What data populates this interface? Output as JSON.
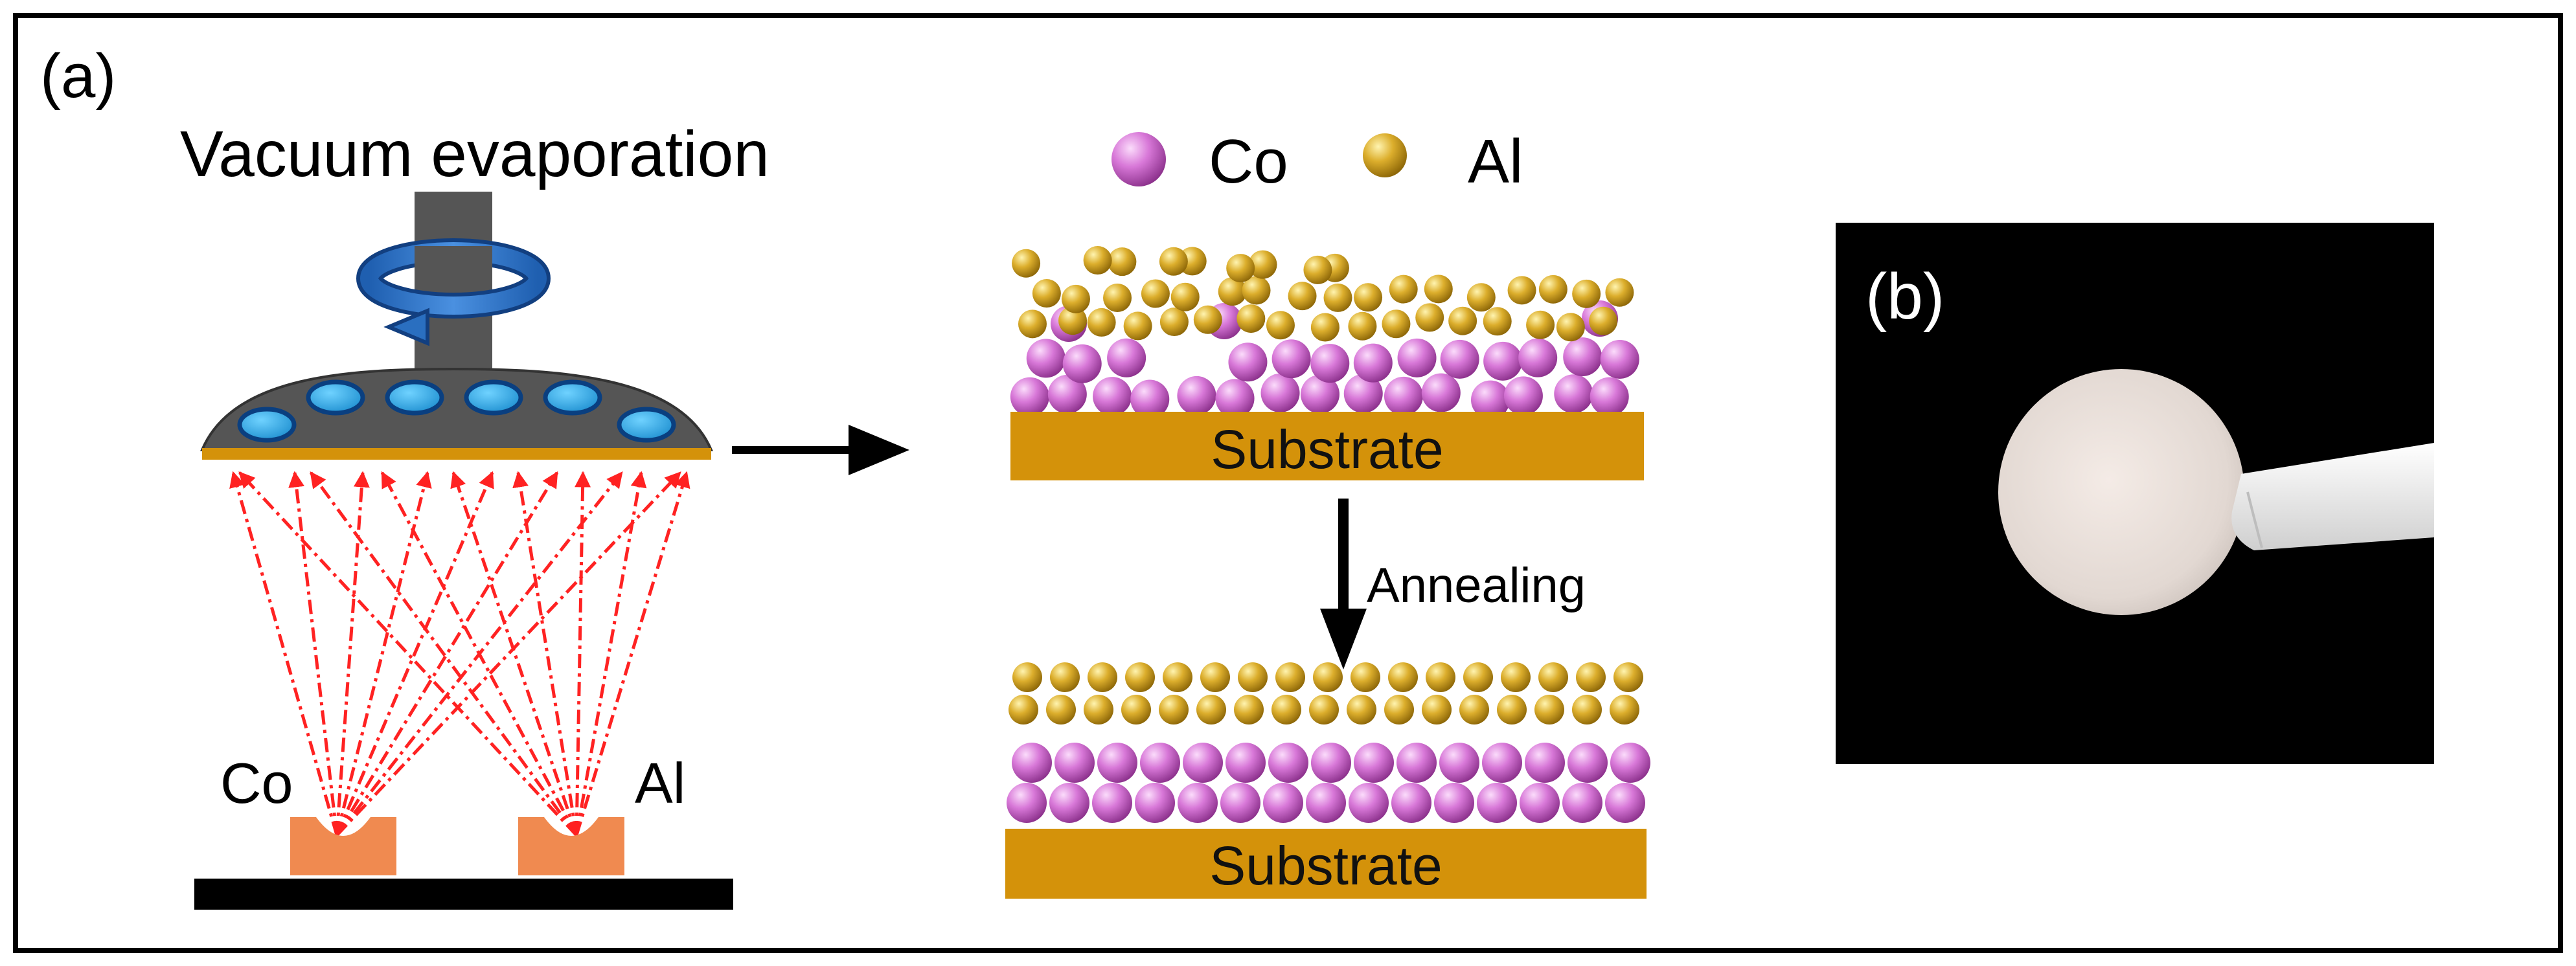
{
  "panel_a": {
    "label": "(a)",
    "title": "Vacuum evaporation",
    "source_left_label": "Co",
    "source_right_label": "Al",
    "legend": [
      {
        "label": "Co",
        "color": "#cc66cc"
      },
      {
        "label": "Al",
        "color": "#d4a420"
      }
    ],
    "substrate_top_label": "Substrate",
    "substrate_bottom_label": "Substrate",
    "process_label": "Annealing"
  },
  "panel_b": {
    "label": "(b)"
  },
  "colors": {
    "frame": "#000000",
    "co_atom": "#cc66cc",
    "al_atom": "#d4a420",
    "substrate": "#d4920a",
    "holder": "#555555",
    "wafer": "#29a8e8",
    "rotation_arrow": "#2a6fc0",
    "vapor_arrow": "#ff2222",
    "crucible": "#f08a50"
  }
}
